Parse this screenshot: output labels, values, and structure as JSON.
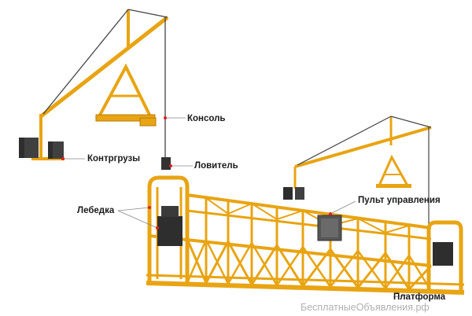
{
  "labels": {
    "console": "Консоль",
    "counterweights": "Контргрузы",
    "catcher": "Ловитель",
    "winch": "Лебедка",
    "control_panel": "Пульт управления",
    "platform": "Платформа"
  },
  "watermark": "БесплатныеОбъявления.рф",
  "colors": {
    "frame": "#e8a412",
    "frame_dark": "#b87d08",
    "cable": "#444444",
    "leader_dot": "#e02020",
    "device": "#2e2e2e",
    "background": "#ffffff"
  }
}
